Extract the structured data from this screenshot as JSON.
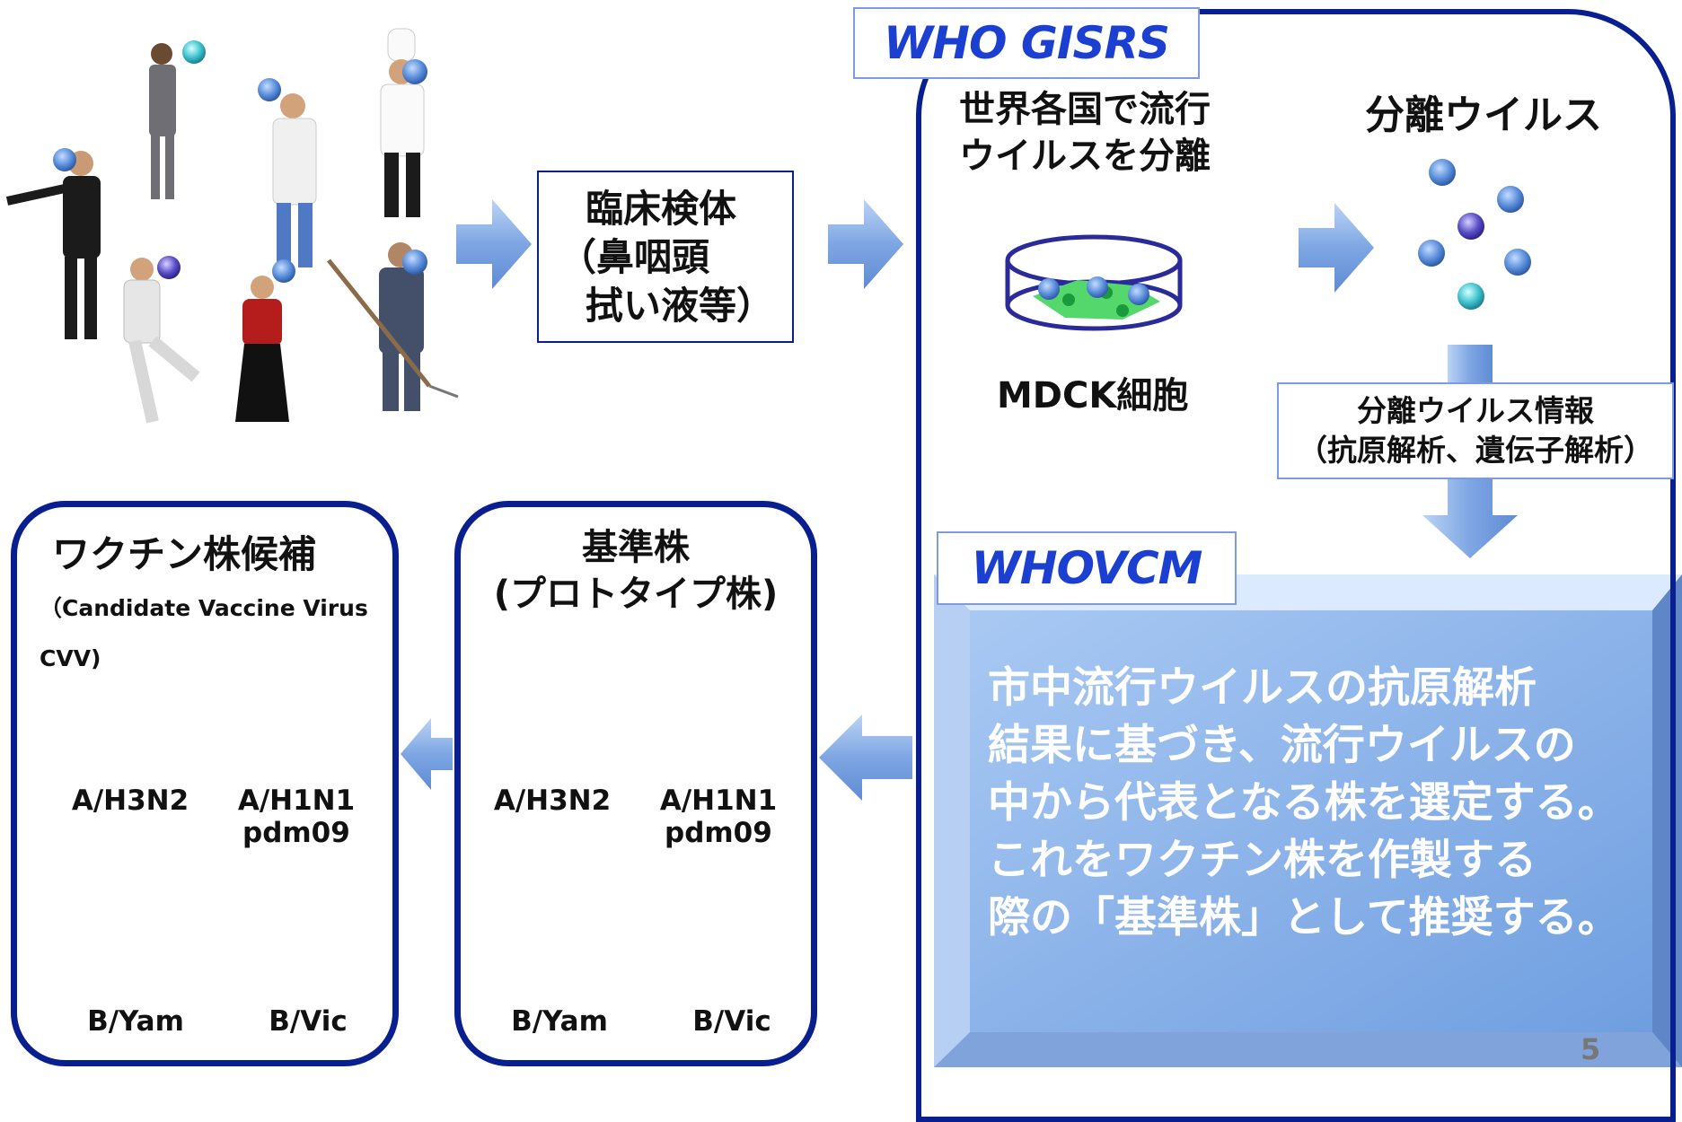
{
  "gisrs": {
    "title": "WHO GISRS",
    "isolate_title_line1": "世界各国で流行",
    "isolate_title_line2": "ウイルスを分離",
    "isolated_virus": "分離ウイルス",
    "mdck_label": "MDCK細胞",
    "info_line1": "分離ウイルス情報",
    "info_line2": "（抗原解析、遺伝子解析）"
  },
  "clinical": {
    "line1": "臨床検体",
    "line2": "（鼻咽頭",
    "line3": "拭い液等）"
  },
  "vcm": {
    "title": "WHOVCM",
    "lines": [
      "市中流行ウイルスの抗原解析",
      "結果に基づき、流行ウイルスの",
      "中から代表となる株を選定する。",
      "これをワクチン株を作製する",
      "際の「基準株」として推奨する。"
    ]
  },
  "prototype": {
    "title_line1": "基準株",
    "title_line2": "(プロトタイプ株)",
    "strains": [
      {
        "label_line1": "A/H3N2",
        "label_line2": ""
      },
      {
        "label_line1": "A/H1N1",
        "label_line2": "pdm09"
      },
      {
        "label_line1": "B/Yam",
        "label_line2": ""
      },
      {
        "label_line1": "B/Vic",
        "label_line2": ""
      }
    ]
  },
  "cvv": {
    "title": "ワクチン株候補",
    "subtitle_line1": "（Candidate Vaccine Virus",
    "subtitle_line2": "CVV)",
    "strains": [
      {
        "label_line1": "A/H3N2",
        "label_line2": ""
      },
      {
        "label_line1": "A/H1N1",
        "label_line2": "pdm09"
      },
      {
        "label_line1": "B/Yam",
        "label_line2": ""
      },
      {
        "label_line1": "B/Vic",
        "label_line2": ""
      }
    ]
  },
  "page_number": "5",
  "colors": {
    "frame": "#0a1f8f",
    "arrow": "#8fb3e8",
    "vcm_panel": "#8db4ea",
    "title_blue": "#1b3fd1"
  }
}
